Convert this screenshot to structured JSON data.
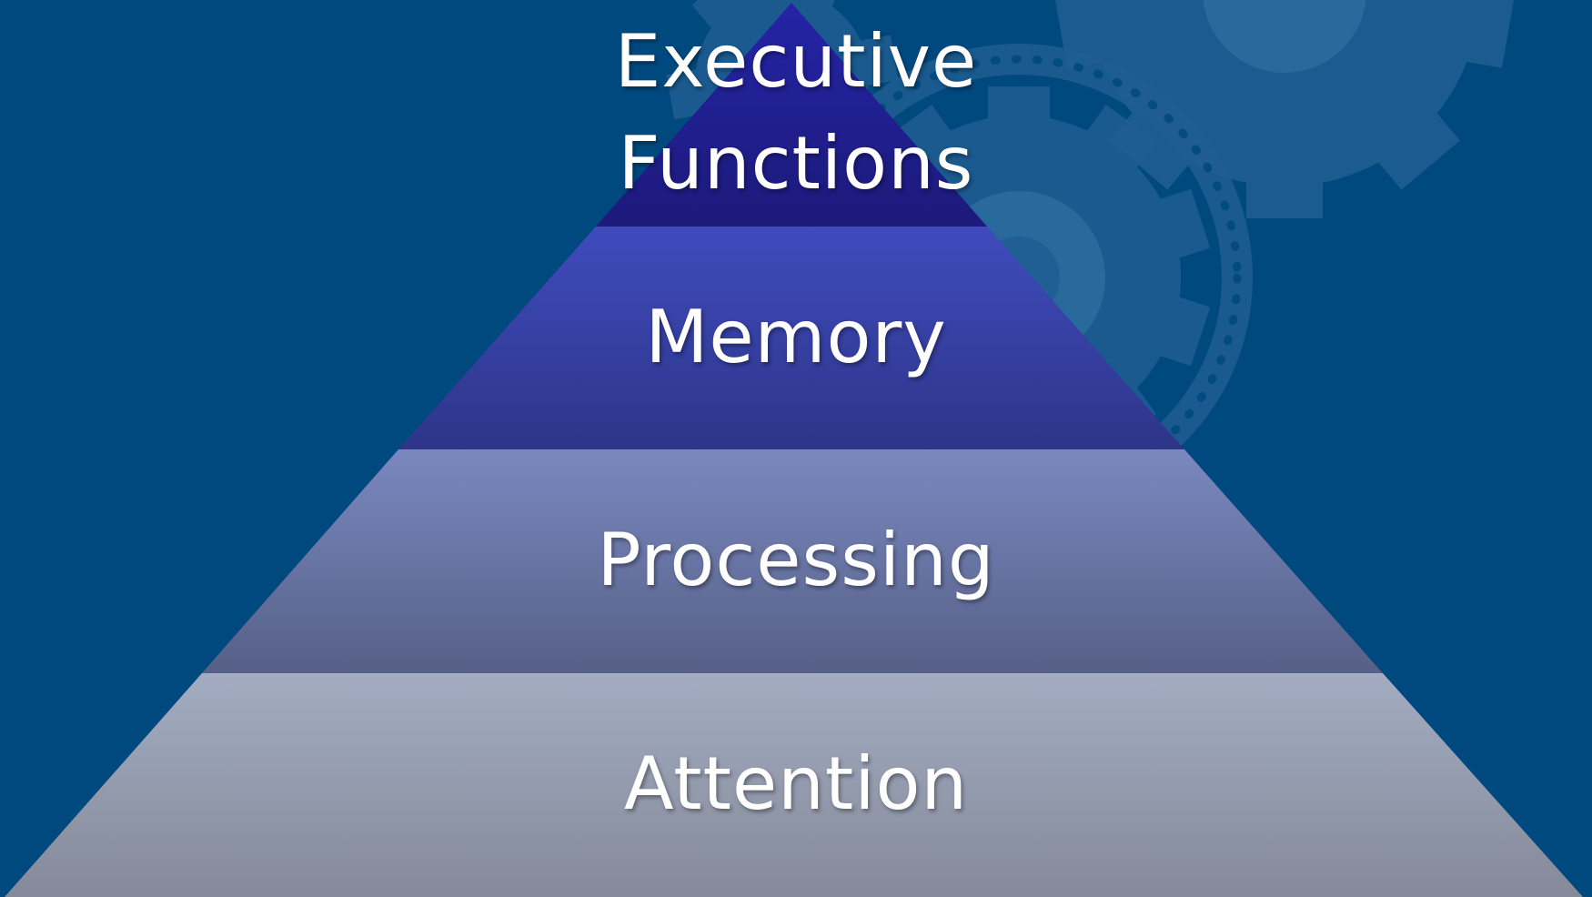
{
  "slide": {
    "background_color": "#00497f",
    "decoration": "gears-icon"
  },
  "pyramid": {
    "tiers": [
      {
        "name": "executive-functions",
        "lines": [
          "Executive",
          "Functions"
        ],
        "color_top": "#2424a6",
        "color_bottom": "#1c1a7a"
      },
      {
        "name": "memory",
        "label": "Memory",
        "color_top": "#3f4bbd",
        "color_bottom": "#2d3588"
      },
      {
        "name": "processing",
        "label": "Processing",
        "color_top": "#7a88bf",
        "color_bottom": "#566087"
      },
      {
        "name": "attention",
        "label": "Attention",
        "color_top": "#a3acc2",
        "color_bottom": "#848a99"
      }
    ]
  }
}
